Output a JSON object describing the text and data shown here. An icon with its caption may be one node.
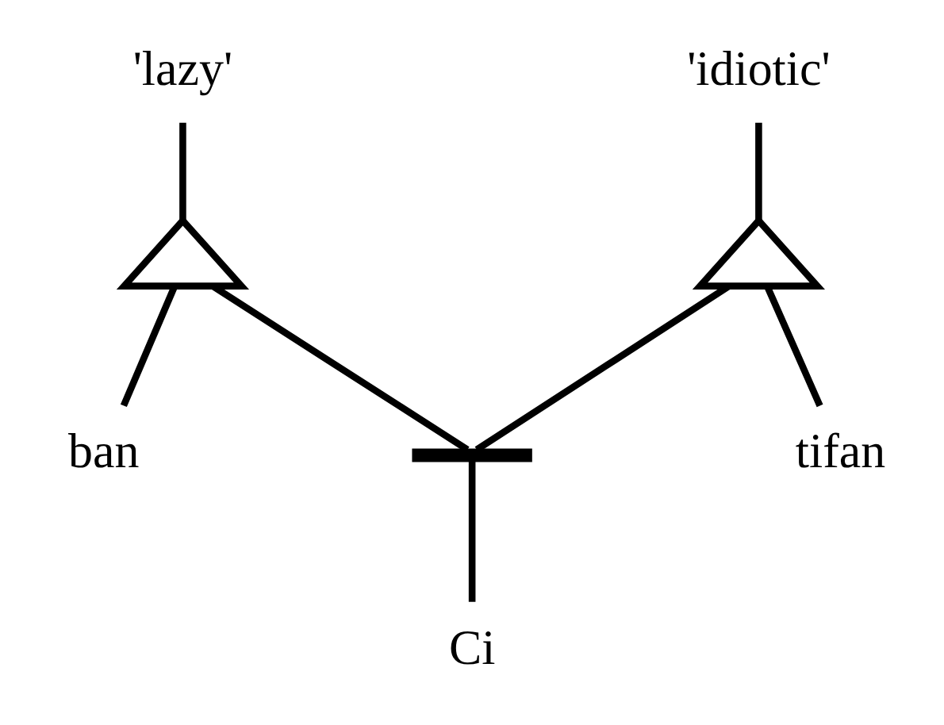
{
  "diagram": {
    "nodes": [
      {
        "text": [
          "'lazy'"
        ]
      },
      {
        "text": [],
        "shape": "triangle"
      },
      {
        "text": [
          "'idiotic'"
        ]
      },
      {
        "text": [],
        "shape": "triangle"
      },
      {
        "text": [
          "ban"
        ]
      },
      {
        "text": [
          "tifan"
        ]
      },
      {
        "text": [],
        "shape": "bar"
      },
      {
        "text": [
          "Ci"
        ]
      }
    ],
    "edges": [
      {
        "from": 0,
        "to": 1,
        "arrow": "none"
      },
      {
        "from": 2,
        "to": 3,
        "arrow": "none"
      },
      {
        "from": 1,
        "to": 4,
        "arrow": "none"
      },
      {
        "from": 3,
        "to": 5,
        "arrow": "none"
      },
      {
        "from": 1,
        "to": 6,
        "arrow": "none"
      },
      {
        "from": 3,
        "to": 6,
        "arrow": "none"
      },
      {
        "from": 6,
        "to": 7,
        "arrow": "none"
      }
    ]
  }
}
